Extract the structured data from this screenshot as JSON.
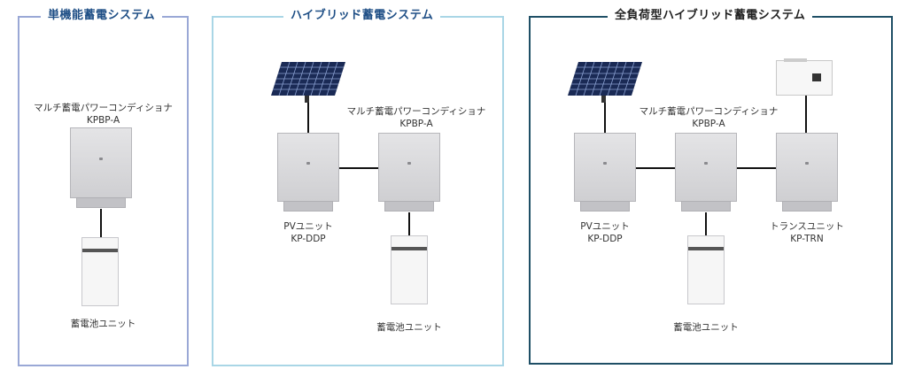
{
  "panels": [
    {
      "title": "単機能蓄電システム",
      "border_color": "#9aa8d6",
      "labels": {
        "pcs_name": "マルチ蓄電パワーコンディショナ",
        "pcs_model": "KPBP-A",
        "battery": "蓄電池ユニット"
      }
    },
    {
      "title": "ハイブリッド蓄電システム",
      "border_color": "#a9d6e6",
      "labels": {
        "pcs_name": "マルチ蓄電パワーコンディショナ",
        "pcs_model": "KPBP-A",
        "pv_name": "PVユニット",
        "pv_model": "KP-DDP",
        "battery": "蓄電池ユニット"
      }
    },
    {
      "title": "全負荷型ハイブリッド蓄電システム",
      "border_color": "#1f4f66",
      "labels": {
        "pcs_name": "マルチ蓄電パワーコンディショナ",
        "pcs_model": "KPBP-A",
        "pv_name": "PVユニット",
        "pv_model": "KP-DDP",
        "trans_name": "トランスユニット",
        "trans_model": "KP-TRN",
        "battery": "蓄電池ユニット"
      }
    }
  ],
  "colors": {
    "title_text": "#1f4f86",
    "line": "#111111",
    "solar_cell": "#1a2a55"
  }
}
